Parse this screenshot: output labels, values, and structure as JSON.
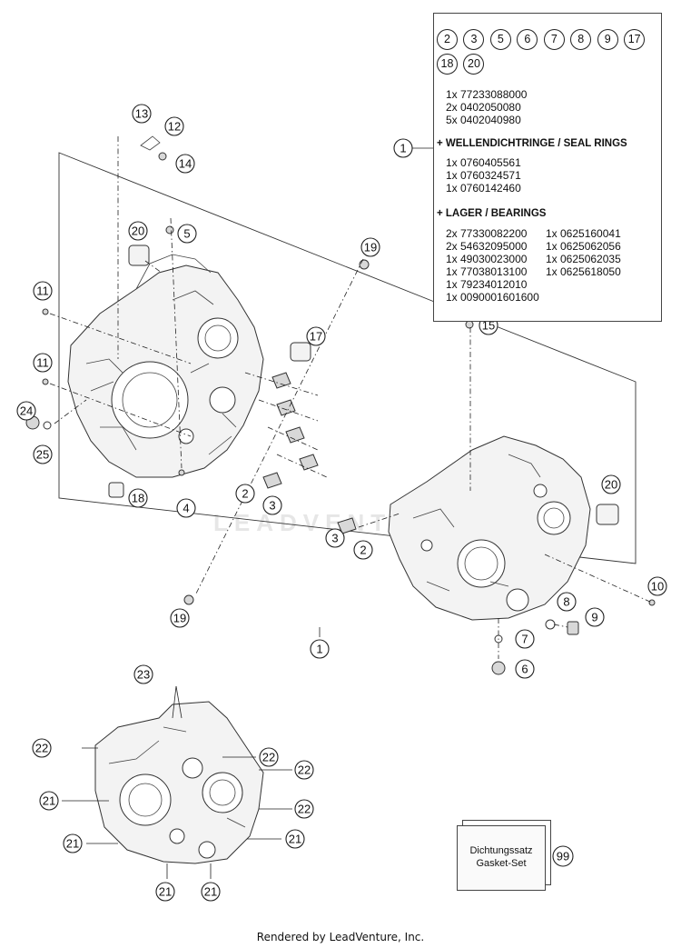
{
  "diagram": {
    "callouts": [
      "1",
      "2",
      "3",
      "4",
      "5",
      "6",
      "7",
      "8",
      "9",
      "10",
      "11",
      "12",
      "13",
      "14",
      "15",
      "17",
      "18",
      "19",
      "20",
      "21",
      "22",
      "23",
      "24",
      "25",
      "99"
    ]
  },
  "kit": {
    "included_items": [
      "2",
      "3",
      "5",
      "6",
      "7",
      "8",
      "9",
      "17",
      "18",
      "20"
    ],
    "parts": [
      "1x 77233088000",
      "2x 0402050080",
      "5x 0402040980"
    ],
    "seal_rings_heading": "+ WELLENDICHTRINGE / SEAL RINGS",
    "seal_rings": [
      "1x 0760405561",
      "1x 0760324571",
      "1x 0760142460"
    ],
    "bearings_heading": "+ LAGER / BEARINGS",
    "bearings_left": [
      "2x 77330082200",
      "2x 54632095000",
      "1x 49030023000",
      "1x 77038013100",
      "1x 79234012010",
      "1x 0090001601600"
    ],
    "bearings_right": [
      "1x 0625160041",
      "1x 0625062056",
      "1x 0625062035",
      "1x 0625618050"
    ]
  },
  "gasket": {
    "line1": "Dichtungssatz",
    "line2": "Gasket-Set",
    "number": "99"
  },
  "watermark": "LEADVENTURE",
  "footer": "Rendered by LeadVenture, Inc."
}
